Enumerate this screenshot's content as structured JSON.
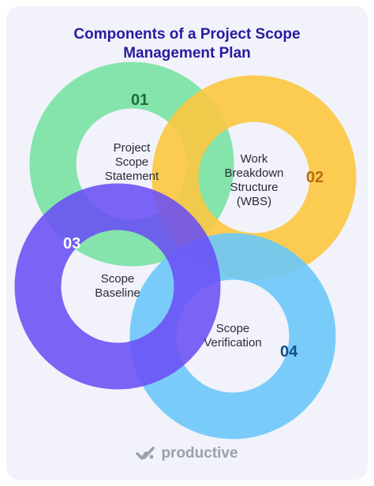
{
  "title": {
    "line1": "Components of a Project Scope",
    "line2": "Management Plan"
  },
  "components": [
    {
      "number": "01",
      "label_lines": [
        "Project",
        "Scope",
        "Statement"
      ],
      "color": "#7be3a4",
      "number_color": "#1e6b3c"
    },
    {
      "number": "02",
      "label_lines": [
        "Work",
        "Breakdown",
        "Structure",
        "(WBS)"
      ],
      "color": "#fcc63f",
      "number_color": "#b86a10"
    },
    {
      "number": "03",
      "label_lines": [
        "Scope",
        "Baseline"
      ],
      "color": "#6a4ff5",
      "number_color": "#ffffff"
    },
    {
      "number": "04",
      "label_lines": [
        "Scope",
        "Verification"
      ],
      "color": "#6cc8fa",
      "number_color": "#0e4f8a"
    }
  ],
  "brand": {
    "name": "productive",
    "icon": "productive-check-icon"
  }
}
